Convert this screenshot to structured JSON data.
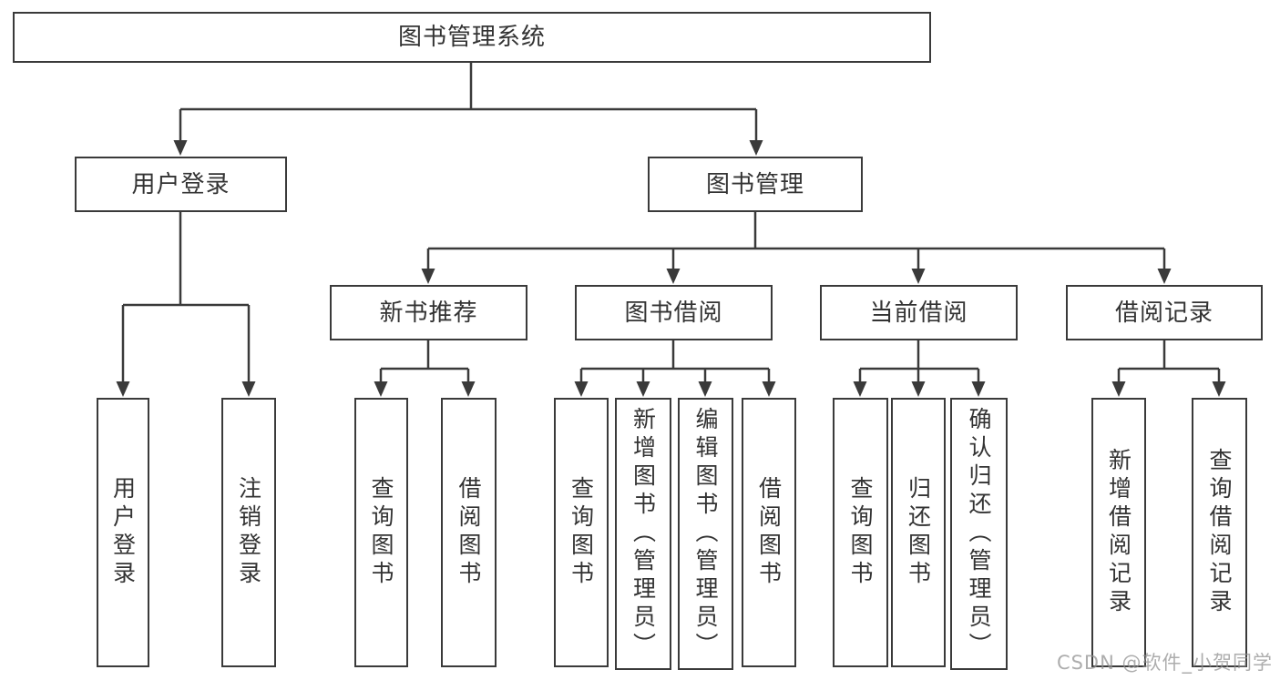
{
  "tree": {
    "root": {
      "label": "图书管理系统"
    },
    "level2": [
      {
        "label": "用户登录"
      },
      {
        "label": "图书管理"
      }
    ],
    "level3": [
      {
        "label": "新书推荐"
      },
      {
        "label": "图书借阅"
      },
      {
        "label": "当前借阅"
      },
      {
        "label": "借阅记录"
      }
    ],
    "leaves": [
      {
        "label": "用户登录"
      },
      {
        "label": "注销登录"
      },
      {
        "label": "查询图书"
      },
      {
        "label": "借阅图书"
      },
      {
        "label": "查询图书"
      },
      {
        "label": "新增图书（管理员）"
      },
      {
        "label": "编辑图书（管理员）"
      },
      {
        "label": "借阅图书"
      },
      {
        "label": "查询图书"
      },
      {
        "label": "归还图书"
      },
      {
        "label": "确认归还（管理员）"
      },
      {
        "label": "新增借阅记录"
      },
      {
        "label": "查询借阅记录"
      }
    ]
  },
  "watermark": "CSDN @软件_小贺同学",
  "colors": {
    "line": "#3a3a3a",
    "text": "#333333",
    "background": "#ffffff",
    "watermark": "#919191"
  }
}
